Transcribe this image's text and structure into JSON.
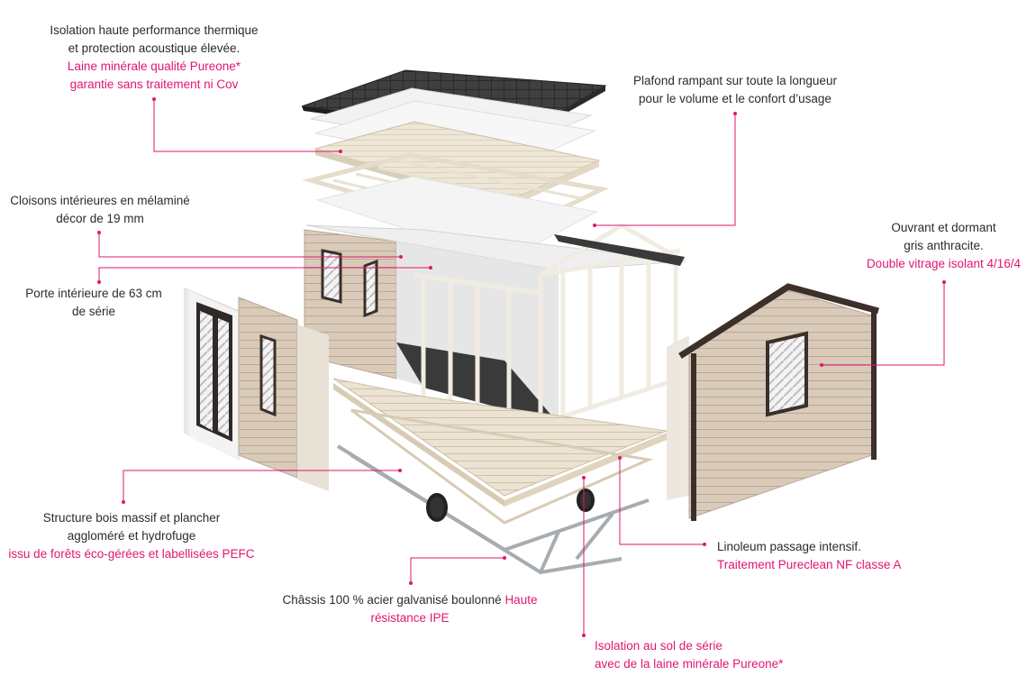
{
  "callouts": {
    "roof_insulation": {
      "line1": "Isolation haute performance thermique",
      "line2": "et protection acoustique élevée.",
      "line3": "Laine minérale qualité Pureone*",
      "line4": "garantie sans traitement ni Cov"
    },
    "ceiling": {
      "line1": "Plafond rampant sur toute la longueur",
      "line2": "pour le volume et le confort d’usage"
    },
    "partitions": {
      "line1": "Cloisons intérieures en mélaminé",
      "line2": "décor de 19 mm"
    },
    "interior_door": {
      "line1": "Porte intérieure de 63 cm",
      "line2": "de série"
    },
    "windows": {
      "line1": "Ouvrant et dormant",
      "line2": "gris anthracite.",
      "line3": "Double vitrage isolant 4/16/4"
    },
    "structure": {
      "line1": "Structure bois massif et plancher",
      "line2": "aggloméré et hydrofuge",
      "line3": "issu de forêts éco-gérées et labellisées PEFC"
    },
    "linoleum": {
      "line1": "Linoleum passage intensif.",
      "line2": "Traitement Pureclean NF classe A"
    },
    "chassis": {
      "line1a": "Châssis 100 % acier galvanisé boulonné ",
      "line1b": "Haute",
      "line2": "résistance IPE"
    },
    "floor_insulation": {
      "line1": "Isolation au sol de série",
      "line2": "avec de la laine minérale Pureone*"
    }
  },
  "colors": {
    "accent": "#e2166e",
    "text": "#2b2b2b",
    "roof": "#3a3a3a",
    "cladding": "#d8c9b8",
    "frame": "#4a3a34"
  }
}
